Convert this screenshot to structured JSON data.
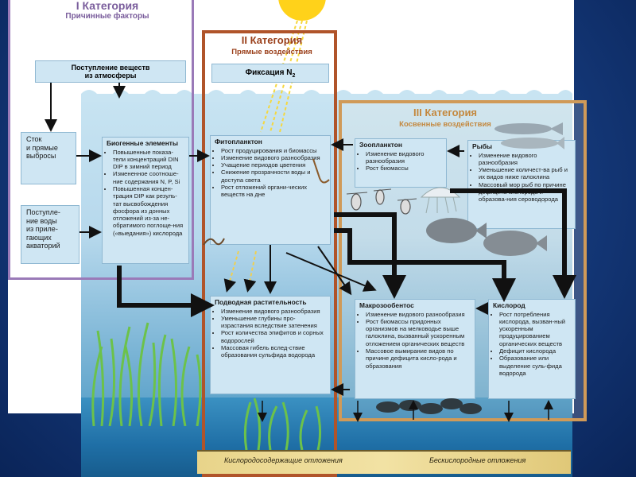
{
  "category1": {
    "title": "I Категория",
    "subtitle": "Причинные факторы"
  },
  "category2": {
    "title": "II Категория",
    "subtitle": "Прямые воздействия"
  },
  "category3": {
    "title": "III Категория",
    "subtitle": "Косвенные воздействия"
  },
  "atmosphere": {
    "line1": "Поступление веществ",
    "line2": "из атмосферы"
  },
  "fixation": {
    "label": "Фиксация N",
    "sub": "2"
  },
  "runoff": {
    "line1": "Сток",
    "line2": "и прямые",
    "line3": "выбросы"
  },
  "inflow": {
    "line1": "Поступле-",
    "line2": "ние воды",
    "line3": "из приле-",
    "line4": "гающих",
    "line5": "акваторий"
  },
  "biogenic": {
    "title": "Биогенные элементы",
    "items": [
      "Повышенные показа-тели концентраций DIN DIP в зимний период",
      "Измененное соотноше-ние содержания N, P, Si",
      "Повышенная концен-трация DIP как резуль-тат высвобождения фосфора из донных отложений из-за не-обратимого поглоще-ния («выедания») кислорода"
    ]
  },
  "phytoplankton": {
    "title": "Фитопланктон",
    "items": [
      "Рост продуцирования и биомассы",
      "Изменение видового разнообразия",
      "Учащение периодов цветения",
      "Снижение прозрачности воды и доступа света",
      "Рост отложений органи-ческих веществ на дне"
    ]
  },
  "zooplankton": {
    "title": "Зоопланктон",
    "items": [
      "Изменение видового разнообразия",
      "Рост биомассы"
    ]
  },
  "fish": {
    "title": "Рыбы",
    "items": [
      "Изменение видового разнообразия",
      "Уменьшение количест-ва рыб и их видов ниже галоклина",
      "Массовый мор рыб по причине дефицита кислорода и образова-ния сероводорода"
    ]
  },
  "aquatic": {
    "title": "Подводная растительность",
    "items": [
      "Изменение видового разнообразия",
      "Уменьшение глубины про-израстания вследствие затенения",
      "Рост количества эпифитов и сорных водорослей",
      "Массовая гибель вслед-ствие образования сульфида водорода"
    ]
  },
  "macrozoobenthos": {
    "title": "Макрозообентос",
    "items": [
      "Изменение видового разнообразия",
      "Рост биомассы придонных организмов на мелководье выше галоклина, вызванный ускоренным отложением органических веществ",
      "Массовое вымирание видов по причине дефицита кисло-рода и образования"
    ]
  },
  "oxygen": {
    "title": "Кислород",
    "items": [
      "Рост потребления кислорода, вызван-ный ускоренным продуцированием органических веществ",
      "Дефицит кислорода",
      "Образование или выделение суль-фида водорода"
    ]
  },
  "sediments": {
    "oxic": "Кислородосодержащие отложения",
    "anoxic": "Бескислородные отложения"
  },
  "colors": {
    "cat1": "#9a7ab8",
    "cat2": "#b0542a",
    "cat3": "#d09a58",
    "box": "#cfe6f3",
    "sun": "#ffd21a"
  }
}
